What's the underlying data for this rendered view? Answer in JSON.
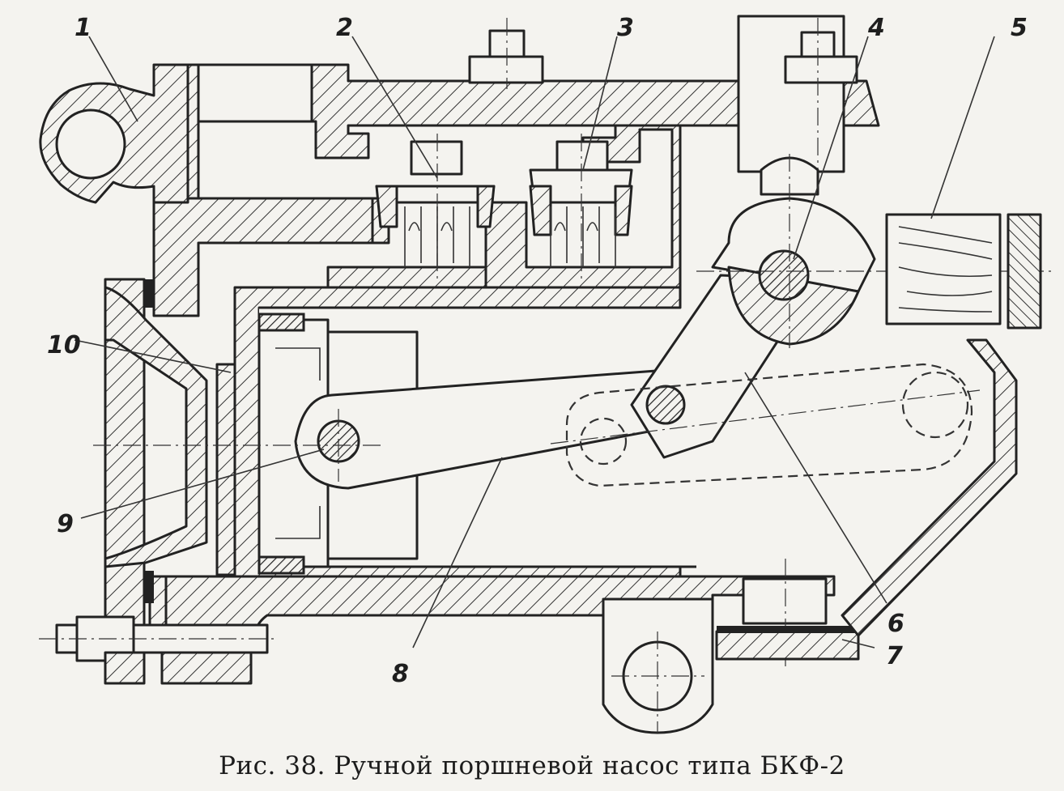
{
  "figure": {
    "callouts": [
      "1",
      "2",
      "3",
      "4",
      "5",
      "6",
      "7",
      "8",
      "9",
      "10"
    ],
    "caption": "Рис. 38. Ручной поршневой насос типа БКФ-2"
  }
}
